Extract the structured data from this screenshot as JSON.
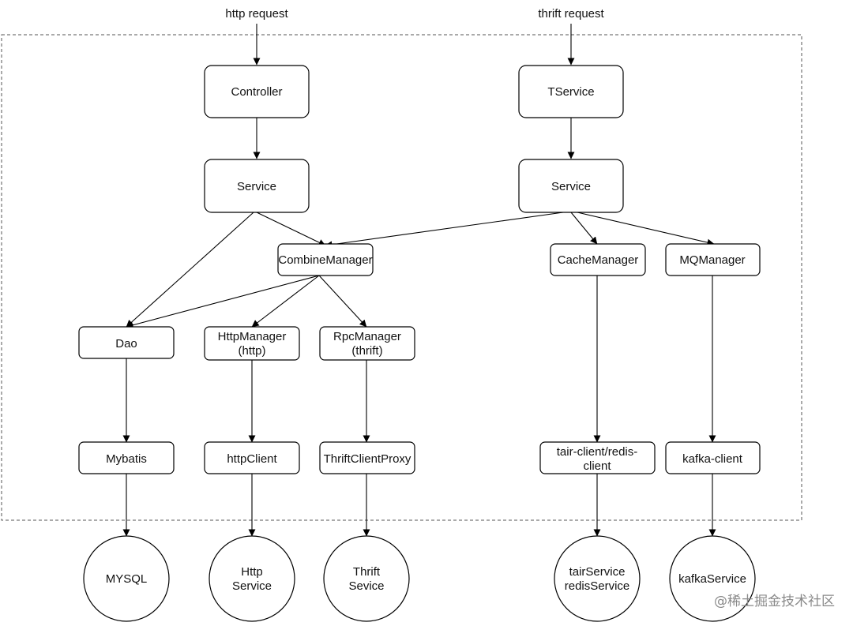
{
  "inputs": {
    "http": "http request",
    "thrift": "thrift request"
  },
  "nodes": {
    "controller": "Controller",
    "tservice": "TService",
    "service_left": "Service",
    "service_right": "Service",
    "combine_manager": "CombineManager",
    "cache_manager": "CacheManager",
    "mq_manager": "MQManager",
    "dao": "Dao",
    "http_manager": [
      "HttpManager",
      "(http)"
    ],
    "rpc_manager": [
      "RpcManager",
      "(thrift)"
    ],
    "mybatis": "Mybatis",
    "http_client": "httpClient",
    "thrift_client_proxy": "ThriftClientProxy",
    "tair_client": [
      "tair-client/redis-",
      "client"
    ],
    "kafka_client": "kafka-client"
  },
  "externals": {
    "mysql": "MYSQL",
    "http_service": [
      "Http",
      "Service"
    ],
    "thrift_service": [
      "Thrift",
      "Sevice"
    ],
    "tair_service": [
      "tairService",
      "redisService"
    ],
    "kafka_service": "kafkaService"
  },
  "watermark": "@稀土掘金技术社区",
  "colors": {
    "stroke": "#000000",
    "boundary": "#555555",
    "text": "#111111",
    "watermark": "#8a8a8a"
  }
}
